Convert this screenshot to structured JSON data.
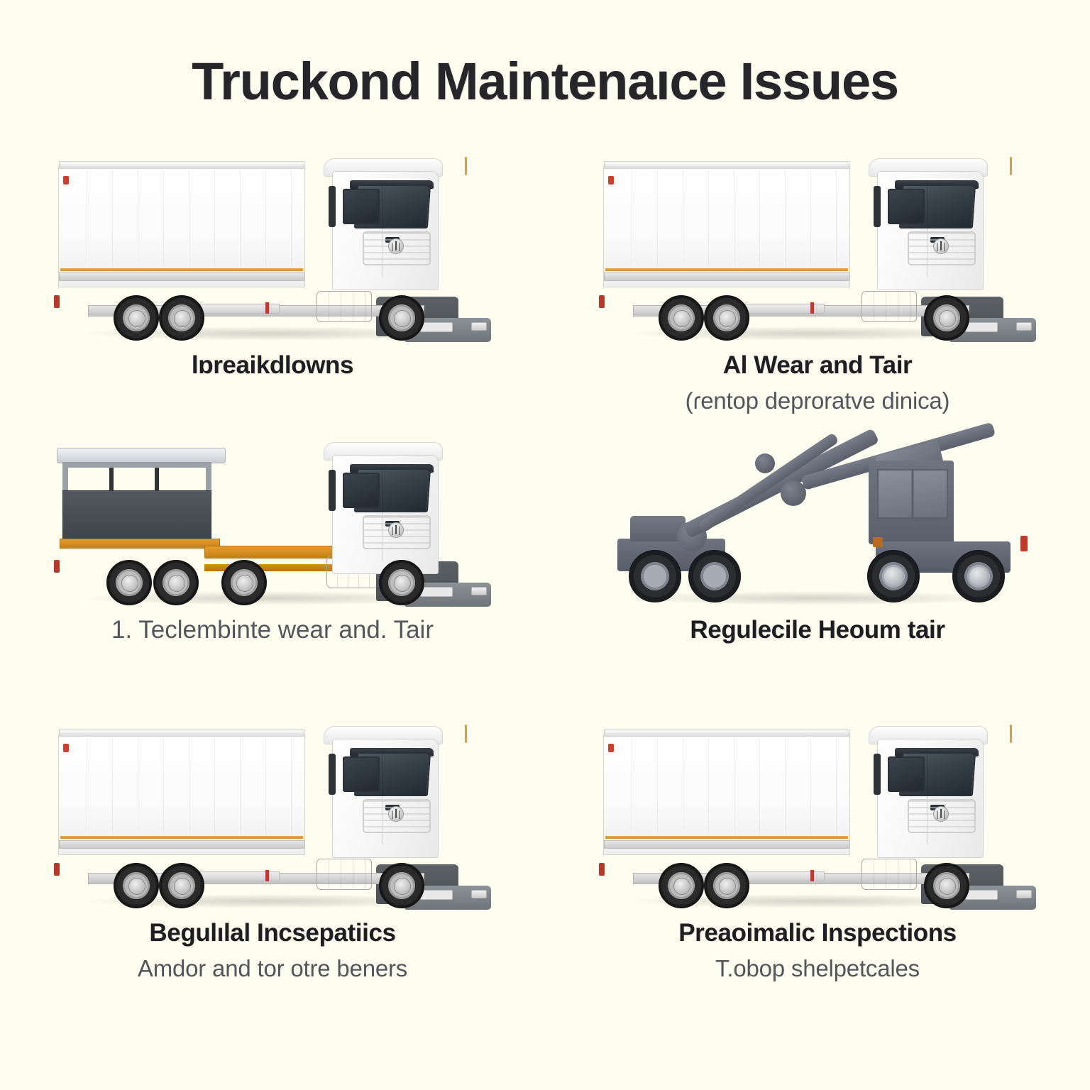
{
  "page": {
    "title": "Truckond Maintenaıce Issues",
    "background_color": "#fdfdf0",
    "heading_color": "#26262a",
    "caption_bold_color": "#1d1d22",
    "caption_sub_color": "#55565b"
  },
  "items": [
    {
      "id": "breakdowns",
      "image_name": "white-box-truck-three-axle",
      "caption": "lɒreaikdlowns",
      "caption_style": "bold",
      "subtitle": ""
    },
    {
      "id": "wear-and-tair",
      "image_name": "white-box-truck-three-axle",
      "caption": "Al Wear and Tair",
      "caption_style": "bold",
      "subtitle": "(ɾentop deproratve dinica)"
    },
    {
      "id": "teclembinte-wear",
      "image_name": "tractor-with-orange-frame-cage-trailer",
      "caption": "1. Teclembinte wear and. Tair",
      "caption_style": "light",
      "subtitle": ""
    },
    {
      "id": "regulecile-heoum-tair",
      "image_name": "grey-articulated-crane-machine",
      "caption": "Regulecile Heoum tair",
      "caption_style": "bold",
      "subtitle": ""
    },
    {
      "id": "begulilal-incsepatiics",
      "image_name": "white-box-truck-three-axle",
      "caption": "Begulılal Incsepatiics",
      "caption_style": "bold",
      "subtitle": "Amdor and tor otre beners"
    },
    {
      "id": "preaoimalic-inspections",
      "image_name": "white-box-truck-three-axle",
      "caption": "Preaoimalic Inspections",
      "caption_style": "bold",
      "subtitle": "T.obop shelpetcales"
    }
  ]
}
